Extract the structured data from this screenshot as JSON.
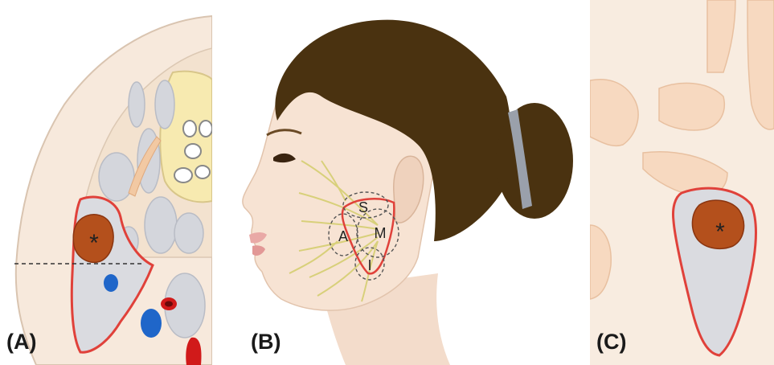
{
  "panels": {
    "a": {
      "label": "(A)",
      "tumor_mark": "*"
    },
    "b": {
      "label": "(B)",
      "regions": {
        "s": "S",
        "a": "A",
        "m": "M",
        "i": "I"
      }
    },
    "c": {
      "label": "(C)",
      "tumor_mark": "*"
    }
  },
  "colors": {
    "skin": "#f4dcc8",
    "bone": "#f6e7d5",
    "gland": "#d9d9dc",
    "gland_outline": "#e0413a",
    "tumor": "#b4501c",
    "hair": "#4a3210",
    "nerve": "#d8d07a",
    "vein": "#1f66c9",
    "artery": "#d11a1a"
  }
}
